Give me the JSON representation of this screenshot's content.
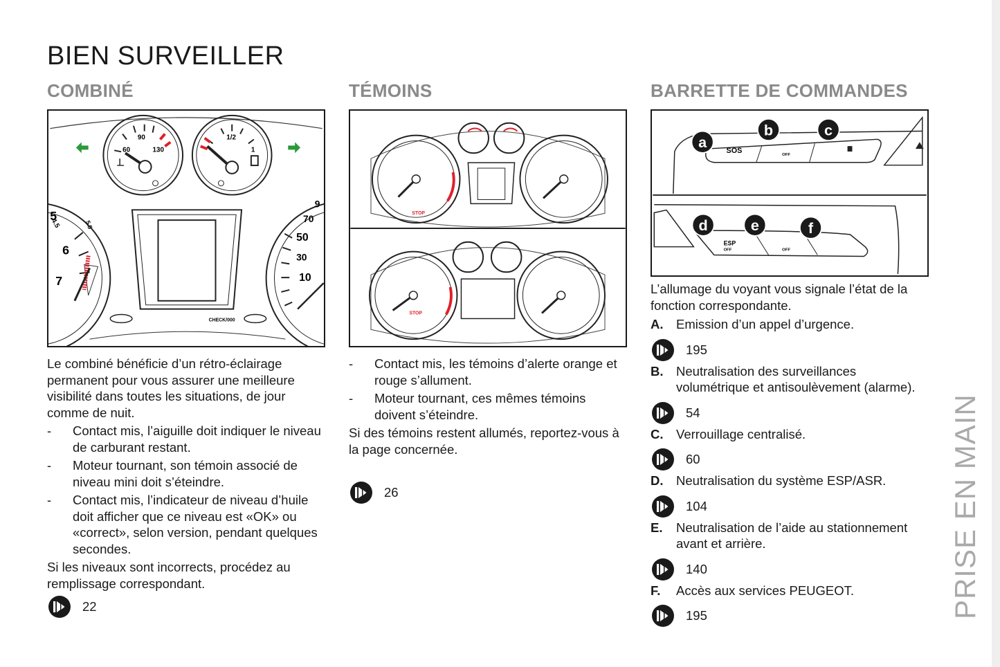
{
  "page_title": "BIEN SURVEILLER",
  "side_label": "PRISE EN MAIN",
  "col1": {
    "heading": "COMBINÉ",
    "figure": {
      "temp_90": "90",
      "temp_60": "60",
      "temp_130": "130",
      "fuel_half": "1/2",
      "fuel_1": "1",
      "tach_45": "4.5",
      "tach_5": "5",
      "tach_55": "5.5",
      "tach_6": "6",
      "tach_7": "7",
      "spd_70": "70",
      "spd_50": "50",
      "spd_30": "30",
      "spd_10": "10",
      "check": "CHECK/000"
    },
    "intro": "Le combiné bénéficie d’un rétro-éclairage permanent pour vous assurer une meilleure visibilité dans toutes les situations, de jour comme de nuit.",
    "bullets": [
      "Contact mis, l’aiguille doit indiquer le niveau de carburant restant.",
      "Moteur tournant, son témoin associé de niveau mini doit s’éteindre.",
      "Contact mis, l’indicateur de niveau d’huile doit afficher que ce niveau est «OK» ou «correct», selon version, pendant quelques secondes."
    ],
    "outro": "Si les niveaux sont incorrects, procédez au remplissage correspondant.",
    "ref": "22"
  },
  "col2": {
    "heading": "TÉMOINS",
    "figure": {
      "stop": "STOP"
    },
    "bullets": [
      "Contact mis, les témoins d’alerte orange et rouge s’allument.",
      "Moteur tournant, ces mêmes témoins doivent s’éteindre."
    ],
    "outro": "Si des témoins restent allumés, reportez-vous à la page concernée.",
    "ref": "26"
  },
  "col3": {
    "heading": "BARRETTE DE COMMANDES",
    "figure": {
      "badge_a": "a",
      "badge_b": "b",
      "badge_c": "c",
      "badge_d": "d",
      "badge_e": "e",
      "badge_f": "f",
      "sos": "SOS",
      "off": "OFF",
      "esp": "ESP"
    },
    "intro": "L’allumage du voyant vous signale l’état de la fonction correspondante.",
    "items": [
      {
        "letter": "A.",
        "text": "Emission d’un appel d’urgence.",
        "ref": "195"
      },
      {
        "letter": "B.",
        "text": "Neutralisation des surveillances volumétrique et antisoulèvement (alarme).",
        "ref": "54"
      },
      {
        "letter": "C.",
        "text": "Verrouillage centralisé.",
        "ref": "60"
      },
      {
        "letter": "D.",
        "text": "Neutralisation du système ESP/ASR.",
        "ref": "104"
      },
      {
        "letter": "E.",
        "text": "Neutralisation de l’aide au stationnement avant et arrière.",
        "ref": "140"
      },
      {
        "letter": "F.",
        "text": "Accès aux services PEUGEOT.",
        "ref": "195"
      }
    ]
  },
  "colors": {
    "heading_gray": "#8a8a8a",
    "side_gray": "#a9a9a9",
    "gauge_red": "#e0202a",
    "arrow_green": "#2a9a3a"
  }
}
